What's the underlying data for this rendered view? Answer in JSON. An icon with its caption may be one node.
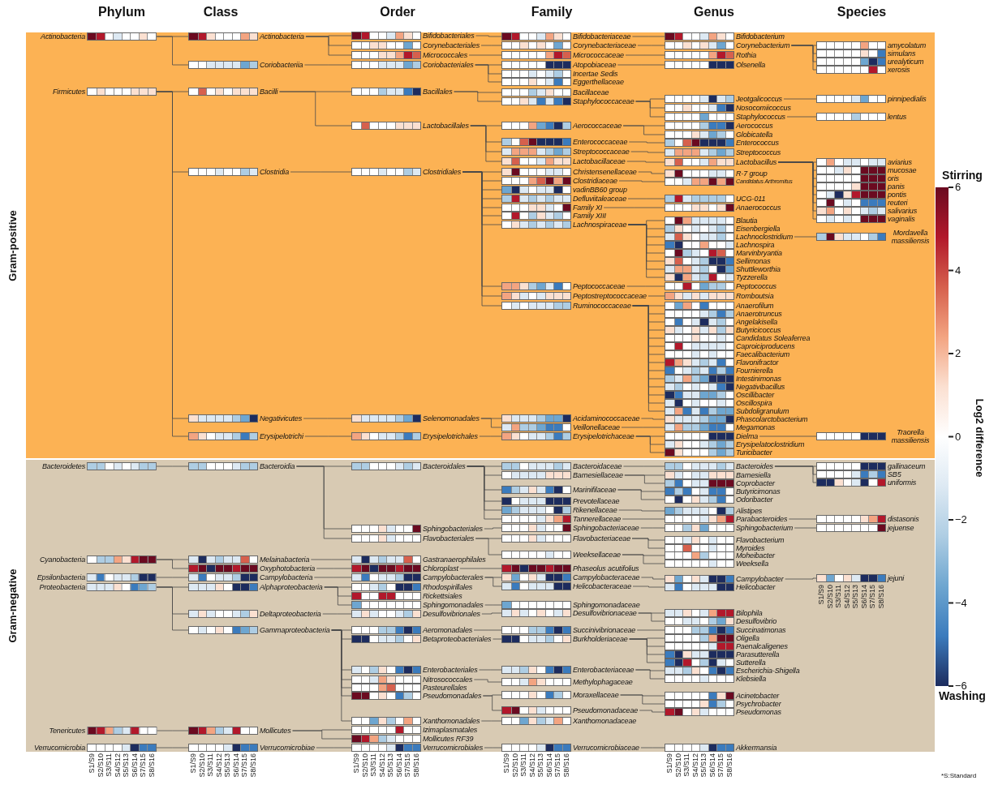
{
  "diagram": {
    "nodes": [
      {
        "text": [
          "Gram-positive"
        ]
      },
      {
        "text": [
          "Actinobacteria"
        ],
        "in": 0
      },
      {
        "text": [
          "Firmicutes"
        ],
        "in": 0
      },
      {
        "text": [
          "Actinobacteria"
        ],
        "in": 0
      },
      {
        "text": [
          "Coriobacteriia"
        ],
        "in": 0
      },
      {
        "text": [
          "Bacilli"
        ],
        "in": 0
      },
      {
        "text": [
          "Clostridia"
        ],
        "in": 0
      },
      {
        "text": [
          "Negativicutes"
        ],
        "in": 0
      },
      {
        "text": [
          "Erysipelotrichi"
        ],
        "in": 0
      },
      {
        "text": [
          "Bifidobacteriales"
        ],
        "in": 0
      },
      {
        "text": [
          "Corynebacteriales"
        ],
        "in": 0
      },
      {
        "text": [
          "Micrococcales"
        ],
        "in": 0
      },
      {
        "text": [
          "Coriobacteriales"
        ],
        "in": 0
      },
      {
        "text": [
          "Bacillales"
        ],
        "in": 0
      },
      {
        "text": [
          "Lactobacillales"
        ],
        "in": 0
      },
      {
        "text": [
          "Clostridiales"
        ],
        "in": 0
      },
      {
        "text": [
          "Selenomonadales"
        ],
        "in": 0
      },
      {
        "text": [
          "Erysipelotrichales"
        ],
        "in": 0
      },
      {
        "text": [
          "Bifidobacteriaceae"
        ],
        "in": 0
      },
      {
        "text": [
          "Corynebacteriaceae"
        ],
        "in": 0
      },
      {
        "text": [
          "Micrococcaceae"
        ],
        "in": 0
      },
      {
        "text": [
          "Atopobiaceae"
        ],
        "in": 0
      },
      {
        "text": [
          "Incertae Sedis"
        ],
        "in": 0
      },
      {
        "text": [
          "Eggerthellaceae"
        ],
        "in": 0
      },
      {
        "text": [
          "Bacillaceae"
        ],
        "in": 0
      },
      {
        "text": [
          "Staphylococcaceae"
        ],
        "in": 0
      },
      {
        "text": [
          "Aerococcaceae"
        ],
        "in": 0
      },
      {
        "text": [
          "Enterococcaceae"
        ],
        "in": 0
      },
      {
        "text": [
          "Streptococcaceae"
        ],
        "in": 0
      },
      {
        "text": [
          "Lactobacillaceae"
        ],
        "in": 0
      },
      {
        "text": [
          "Christensenellaceae"
        ],
        "in": 0
      },
      {
        "text": [
          "Clostridiaceae"
        ],
        "in": 0
      },
      {
        "text": [
          "vadinBB60 group"
        ],
        "in": 0
      },
      {
        "text": [
          "Defluviitaleaceae"
        ],
        "in": 0
      },
      {
        "text": [
          "Family XI"
        ],
        "in": 0
      },
      {
        "text": [
          "Family XIII"
        ],
        "in": 0
      },
      {
        "text": [
          "Lachnospiraceae"
        ],
        "in": 0
      },
      {
        "text": [
          "Peptococcaceae"
        ],
        "in": 0
      },
      {
        "text": [
          "Peptostreptococcaceae"
        ],
        "in": 0
      },
      {
        "text": [
          "Ruminococcaceae"
        ],
        "in": 0
      },
      {
        "text": [
          "Acidaminococcaceae"
        ],
        "in": 0
      },
      {
        "text": [
          "Veillonellaceae"
        ],
        "in": 0
      },
      {
        "text": [
          "Erysipelotrichaceae"
        ],
        "in": 0
      },
      {
        "text": [
          "Bifidobacterium"
        ],
        "in": 0
      },
      {
        "text": [
          "Corynebacterium"
        ],
        "in": 0
      },
      {
        "text": [
          "Rothia"
        ],
        "in": 0
      },
      {
        "text": [
          "Olsenella"
        ],
        "in": 0
      },
      {
        "text": [
          "Jeotgalicoccus"
        ],
        "in": 0
      },
      {
        "text": [
          "Nosocomiicoccus"
        ],
        "in": 0
      },
      {
        "text": [
          "Staphylococcus"
        ],
        "in": 0
      },
      {
        "text": [
          "Aerococcus"
        ],
        "in": 0
      },
      {
        "text": [
          "Globicatella"
        ],
        "in": 0
      },
      {
        "text": [
          "Enterococcus"
        ],
        "in": 0
      },
      {
        "text": [
          "Streptococcus"
        ],
        "in": 0
      },
      {
        "text": [
          "Lactobacillus"
        ],
        "in": 0
      },
      {
        "text": [
          "R-7 group"
        ],
        "in": 0
      },
      {
        "text": [
          "Candidatus Arthromitus"
        ],
        "in": 0
      },
      {
        "text": [
          "UCG-011"
        ],
        "in": 0
      },
      {
        "text": [
          "Anaerococcus"
        ],
        "in": 0
      },
      {
        "text": [
          "Blautia"
        ],
        "in": 0
      },
      {
        "text": [
          "Eisenbergiella"
        ],
        "in": 0
      },
      {
        "text": [
          "Lachnoclostridium"
        ],
        "in": 0
      },
      {
        "text": [
          "Lachnospira"
        ],
        "in": 0
      },
      {
        "text": [
          "Marvinbryantia"
        ],
        "in": 0
      },
      {
        "text": [
          "Sellimonas"
        ],
        "in": 0
      },
      {
        "text": [
          "Shuttleworthia"
        ],
        "in": 0
      },
      {
        "text": [
          "Tyzzerella"
        ],
        "in": 0
      },
      {
        "text": [
          "Peptococcus"
        ],
        "in": 0
      },
      {
        "text": [
          "Romboutsia"
        ],
        "in": 0
      },
      {
        "text": [
          "Anaerofilum"
        ],
        "in": 0
      },
      {
        "text": [
          "Anaerotruncus"
        ],
        "in": 0
      },
      {
        "text": [
          "Angelakisella"
        ],
        "in": 0
      },
      {
        "text": [
          "Butyricicoccus"
        ],
        "in": 0
      },
      {
        "text": [
          "Candidatus Soleaferrea"
        ],
        "in": 0
      },
      {
        "text": [
          "Caproiciproducens"
        ],
        "in": 0
      },
      {
        "text": [
          "Faecalibacterium"
        ],
        "in": 0
      },
      {
        "text": [
          "Flavonifractor"
        ],
        "in": 0
      },
      {
        "text": [
          "Fournierella"
        ],
        "in": 0
      },
      {
        "text": [
          "Intestinimonas"
        ],
        "in": 0
      },
      {
        "text": [
          "Negativibacillus"
        ],
        "in": 0
      },
      {
        "text": [
          "Oscillibacter"
        ],
        "in": 0
      },
      {
        "text": [
          "Oscillospira"
        ],
        "in": 0
      },
      {
        "text": [
          "Subdoligranulum"
        ],
        "in": 0
      },
      {
        "text": [
          "Phascolarctobacterium"
        ],
        "in": 0
      },
      {
        "text": [
          "Megamonas"
        ],
        "in": 0
      },
      {
        "text": [
          "Dielma"
        ],
        "in": 0
      },
      {
        "text": [
          "Erysipelatoclostridium"
        ],
        "in": 0
      },
      {
        "text": [
          "Turicibacter"
        ],
        "in": 0
      },
      {
        "text": [
          "amycolatum"
        ],
        "in": 0
      },
      {
        "text": [
          "simulans"
        ],
        "in": 0
      },
      {
        "text": [
          "urealyticum"
        ],
        "in": 0
      },
      {
        "text": [
          "xerosis"
        ],
        "in": 0
      },
      {
        "text": [
          "pinnipedialis"
        ],
        "in": 0
      },
      {
        "text": [
          "lentus"
        ],
        "in": 0
      },
      {
        "text": [
          "aviarius"
        ],
        "in": 0
      },
      {
        "text": [
          "mucosae"
        ],
        "in": 0
      },
      {
        "text": [
          "oris"
        ],
        "in": 0
      },
      {
        "text": [
          "panis"
        ],
        "in": 0
      },
      {
        "text": [
          "pontis"
        ],
        "in": 0
      },
      {
        "text": [
          "reuteri"
        ],
        "in": 0
      },
      {
        "text": [
          "salivarius"
        ],
        "in": 0
      },
      {
        "text": [
          "vaginalis"
        ],
        "in": 0
      },
      {
        "text": [
          "Mordavella massiliensis"
        ],
        "in": 0
      },
      {
        "text": [
          "Traorella massiliensis"
        ],
        "in": 0
      },
      {
        "text": [
          "Gram-negative"
        ]
      },
      {
        "text": [
          "Bacteroidetes"
        ],
        "in": 104
      },
      {
        "text": [
          "Cyanobacteria"
        ],
        "in": 104
      },
      {
        "text": [
          "Epsilonbacteria"
        ],
        "in": 104
      },
      {
        "text": [
          "Proteobacteria"
        ],
        "in": 104
      },
      {
        "text": [
          "Tenericutes"
        ],
        "in": 104
      },
      {
        "text": [
          "Verrucomicrobia"
        ],
        "in": 104
      },
      {
        "text": [
          "Bacteroidia"
        ],
        "in": 104
      },
      {
        "text": [
          "Melainabacteria"
        ],
        "in": 104
      },
      {
        "text": [
          "Oxyphotobacteria"
        ],
        "in": 104
      },
      {
        "text": [
          "Campylobacteria"
        ],
        "in": 104
      },
      {
        "text": [
          "Alphaproteobacteria"
        ],
        "in": 104
      },
      {
        "text": [
          "Deltaproteobacteria"
        ],
        "in": 104
      },
      {
        "text": [
          "Gammaproteobacteria"
        ],
        "in": 104
      },
      {
        "text": [
          "Mollicutes"
        ],
        "in": 104
      },
      {
        "text": [
          "Verrucomicrobiae"
        ],
        "in": 104
      },
      {
        "text": [
          "Bacteroidales"
        ],
        "in": 104
      },
      {
        "text": [
          "Sphingobacteriales"
        ],
        "in": 104
      },
      {
        "text": [
          "Flavobacteriales"
        ],
        "in": 104
      },
      {
        "text": [
          "Gastranaerophilales"
        ],
        "in": 104
      },
      {
        "text": [
          "Chloroplast"
        ],
        "in": 104
      },
      {
        "text": [
          "Campylobacterales"
        ],
        "in": 104
      },
      {
        "text": [
          "Rhodospirillales"
        ],
        "in": 104
      },
      {
        "text": [
          "Rickettsiales"
        ],
        "in": 104
      },
      {
        "text": [
          "Sphingomonadales"
        ],
        "in": 104
      },
      {
        "text": [
          "Desulfovibrionales"
        ],
        "in": 104
      },
      {
        "text": [
          "Aeromonadales"
        ],
        "in": 104
      },
      {
        "text": [
          "Betaproteobacteriales"
        ],
        "in": 104
      },
      {
        "text": [
          "Enterobacteriales"
        ],
        "in": 104
      },
      {
        "text": [
          "Nitrosococcales"
        ],
        "in": 104
      },
      {
        "text": [
          "Pasteurellales"
        ],
        "in": 104
      },
      {
        "text": [
          "Pseudomonadales"
        ],
        "in": 104
      },
      {
        "text": [
          "Xanthomonadales"
        ],
        "in": 104
      },
      {
        "text": [
          "Izimaplasmatales"
        ],
        "in": 104
      },
      {
        "text": [
          "Mollicutes RF39"
        ],
        "in": 104
      },
      {
        "text": [
          "Verrucomicrobiales"
        ],
        "in": 104
      },
      {
        "text": [
          "Bacteroidaceae"
        ],
        "in": 104
      },
      {
        "text": [
          "Barnesiellaceae"
        ],
        "in": 104
      },
      {
        "text": [
          "Marinifilaceae"
        ],
        "in": 104
      },
      {
        "text": [
          "Prevotellaceae"
        ],
        "in": 104
      },
      {
        "text": [
          "Rikenellaceae"
        ],
        "in": 104
      },
      {
        "text": [
          "Tannerellaceae"
        ],
        "in": 104
      },
      {
        "text": [
          "Sphingobacteriaceae"
        ],
        "in": 104
      },
      {
        "text": [
          "Flavobacteriaceae"
        ],
        "in": 104
      },
      {
        "text": [
          "Weeksellaceae"
        ],
        "in": 104
      },
      {
        "text": [
          "Phaseolus acutifolius"
        ],
        "in": 104
      },
      {
        "text": [
          "Campylobacteraceae"
        ],
        "in": 104
      },
      {
        "text": [
          "Helicobacteraceae"
        ],
        "in": 104
      },
      {
        "text": [
          "Sphingomonadaceae"
        ],
        "in": 104
      },
      {
        "text": [
          "Desulfovibrionaceae"
        ],
        "in": 104
      },
      {
        "text": [
          "Succinivibrionaceae"
        ],
        "in": 104
      },
      {
        "text": [
          "Burkholderiaceae"
        ],
        "in": 104
      },
      {
        "text": [
          "Enterobacteriaceae"
        ],
        "in": 104
      },
      {
        "text": [
          "Methylophagaceae"
        ],
        "in": 104
      },
      {
        "text": [
          "Moraxellaceae"
        ],
        "in": 104
      },
      {
        "text": [
          "Pseudomonadaceae"
        ],
        "in": 104
      },
      {
        "text": [
          "Xanthomonadaceae"
        ],
        "in": 104
      },
      {
        "text": [
          "Verrucomicrobiaceae"
        ],
        "in": 104
      },
      {
        "text": [
          "Bacteroides"
        ],
        "in": 104
      },
      {
        "text": [
          "Barnesiella"
        ],
        "in": 104
      },
      {
        "text": [
          "Coprobacter"
        ],
        "in": 104
      },
      {
        "text": [
          "Butyricimonas"
        ],
        "in": 104
      },
      {
        "text": [
          "Odoribacter"
        ],
        "in": 104
      },
      {
        "text": [
          "Alistipes"
        ],
        "in": 104
      },
      {
        "text": [
          "Parabacteroides"
        ],
        "in": 104
      },
      {
        "text": [
          "Sphingobacterium"
        ],
        "in": 104
      },
      {
        "text": [
          "Flavobacterium"
        ],
        "in": 104
      },
      {
        "text": [
          "Myroides"
        ],
        "in": 104
      },
      {
        "text": [
          "Moheibacter"
        ],
        "in": 104
      },
      {
        "text": [
          "Weeksella"
        ],
        "in": 104
      },
      {
        "text": [
          "Campylobacter"
        ],
        "in": 104
      },
      {
        "text": [
          "Helicobacter"
        ],
        "in": 104
      },
      {
        "text": [
          "Bilophila"
        ],
        "in": 104
      },
      {
        "text": [
          "Desulfovibrio"
        ],
        "in": 104
      },
      {
        "text": [
          "Succinatimonas"
        ],
        "in": 104
      },
      {
        "text": [
          "Oligella"
        ],
        "in": 104
      },
      {
        "text": [
          "Paenalcaligenes"
        ],
        "in": 104
      },
      {
        "text": [
          "Parasutterella"
        ],
        "in": 104
      },
      {
        "text": [
          "Sutterella"
        ],
        "in": 104
      },
      {
        "text": [
          "Escherichia-Shigella"
        ],
        "in": 104
      },
      {
        "text": [
          "Klebsiella"
        ],
        "in": 104
      },
      {
        "text": [
          "Acinetobacter"
        ],
        "in": 104
      },
      {
        "text": [
          "Psychrobacter"
        ],
        "in": 104
      },
      {
        "text": [
          "Pseudomonas"
        ],
        "in": 104
      },
      {
        "text": [
          "Akkermansia"
        ],
        "in": 104
      },
      {
        "text": [
          "gallinaceum"
        ],
        "in": 104
      },
      {
        "text": [
          "SB5"
        ],
        "in": 104
      },
      {
        "text": [
          "uniformis"
        ],
        "in": 104
      },
      {
        "text": [
          "distasonis"
        ],
        "in": 104
      },
      {
        "text": [
          "jejuense"
        ],
        "in": 104
      },
      {
        "text": [
          "jejuni"
        ],
        "in": 104
      }
    ],
    "edges": [
      {
        "from": 1,
        "to": 3,
        "arrow": "none"
      },
      {
        "from": 1,
        "to": 4,
        "arrow": "none"
      },
      {
        "from": 2,
        "to": 5,
        "arrow": "none"
      },
      {
        "from": 2,
        "to": 6,
        "arrow": "none"
      },
      {
        "from": 2,
        "to": 7,
        "arrow": "none"
      },
      {
        "from": 2,
        "to": 8,
        "arrow": "none"
      },
      {
        "from": 3,
        "to": 9,
        "arrow": "none"
      },
      {
        "from": 3,
        "to": 10,
        "arrow": "none"
      },
      {
        "from": 3,
        "to": 11,
        "arrow": "none"
      },
      {
        "from": 4,
        "to": 12,
        "arrow": "none"
      },
      {
        "from": 5,
        "to": 13,
        "arrow": "none"
      },
      {
        "from": 5,
        "to": 14,
        "arrow": "none"
      },
      {
        "from": 6,
        "to": 15,
        "arrow": "none"
      },
      {
        "from": 7,
        "to": 16,
        "arrow": "none"
      },
      {
        "from": 8,
        "to": 17,
        "arrow": "none"
      },
      {
        "from": 9,
        "to": 18,
        "arrow": "none"
      },
      {
        "from": 10,
        "to": 19,
        "arrow": "none"
      },
      {
        "from": 11,
        "to": 20,
        "arrow": "none"
      },
      {
        "from": 12,
        "to": 21,
        "arrow": "none"
      },
      {
        "from": 12,
        "to": 22,
        "arrow": "none"
      },
      {
        "from": 12,
        "to": 23,
        "arrow": "none"
      },
      {
        "from": 13,
        "to": 24,
        "arrow": "none"
      },
      {
        "from": 13,
        "to": 25,
        "arrow": "none"
      },
      {
        "from": 14,
        "to": 26,
        "arrow": "none"
      },
      {
        "from": 14,
        "to": 27,
        "arrow": "none"
      },
      {
        "from": 14,
        "to": 28,
        "arrow": "none"
      },
      {
        "from": 14,
        "to": 29,
        "arrow": "none"
      },
      {
        "from": 15,
        "to": 30,
        "arrow": "none"
      },
      {
        "from": 15,
        "to": 31,
        "arrow": "none"
      },
      {
        "from": 15,
        "to": 32,
        "arrow": "none"
      },
      {
        "from": 15,
        "to": 33,
        "arrow": "none"
      },
      {
        "from": 15,
        "to": 34,
        "arrow": "none"
      },
      {
        "from": 15,
        "to": 35,
        "arrow": "none"
      },
      {
        "from": 15,
        "to": 36,
        "arrow": "none"
      },
      {
        "from": 15,
        "to": 37,
        "arrow": "none"
      },
      {
        "from": 15,
        "to": 38,
        "arrow": "none"
      },
      {
        "from": 15,
        "to": 39,
        "arrow": "none"
      },
      {
        "from": 16,
        "to": 40,
        "arrow": "none"
      },
      {
        "from": 16,
        "to": 41,
        "arrow": "none"
      },
      {
        "from": 17,
        "to": 42,
        "arrow": "none"
      },
      {
        "from": 18,
        "to": 43,
        "arrow": "none"
      },
      {
        "from": 19,
        "to": 44,
        "arrow": "none"
      },
      {
        "from": 20,
        "to": 45,
        "arrow": "none"
      },
      {
        "from": 21,
        "to": 46,
        "arrow": "none"
      },
      {
        "from": 25,
        "to": 47,
        "arrow": "none"
      },
      {
        "from": 25,
        "to": 48,
        "arrow": "none"
      },
      {
        "from": 25,
        "to": 49,
        "arrow": "none"
      },
      {
        "from": 26,
        "to": 50,
        "arrow": "none"
      },
      {
        "from": 26,
        "to": 51,
        "arrow": "none"
      },
      {
        "from": 27,
        "to": 52,
        "arrow": "none"
      },
      {
        "from": 28,
        "to": 53,
        "arrow": "none"
      },
      {
        "from": 29,
        "to": 54,
        "arrow": "none"
      },
      {
        "from": 30,
        "to": 55,
        "arrow": "none"
      },
      {
        "from": 31,
        "to": 56,
        "arrow": "none"
      },
      {
        "from": 33,
        "to": 57,
        "arrow": "none"
      },
      {
        "from": 34,
        "to": 58,
        "arrow": "none"
      },
      {
        "from": 36,
        "to": 59,
        "arrow": "none"
      },
      {
        "from": 36,
        "to": 60,
        "arrow": "none"
      },
      {
        "from": 36,
        "to": 61,
        "arrow": "none"
      },
      {
        "from": 36,
        "to": 62,
        "arrow": "none"
      },
      {
        "from": 36,
        "to": 63,
        "arrow": "none"
      },
      {
        "from": 36,
        "to": 64,
        "arrow": "none"
      },
      {
        "from": 36,
        "to": 65,
        "arrow": "none"
      },
      {
        "from": 36,
        "to": 66,
        "arrow": "none"
      },
      {
        "from": 37,
        "to": 67,
        "arrow": "none"
      },
      {
        "from": 38,
        "to": 68,
        "arrow": "none"
      },
      {
        "from": 39,
        "to": 69,
        "arrow": "none"
      },
      {
        "from": 39,
        "to": 70,
        "arrow": "none"
      },
      {
        "from": 39,
        "to": 71,
        "arrow": "none"
      },
      {
        "from": 39,
        "to": 72,
        "arrow": "none"
      },
      {
        "from": 39,
        "to": 73,
        "arrow": "none"
      },
      {
        "from": 39,
        "to": 74,
        "arrow": "none"
      },
      {
        "from": 39,
        "to": 75,
        "arrow": "none"
      },
      {
        "from": 39,
        "to": 76,
        "arrow": "none"
      },
      {
        "from": 39,
        "to": 77,
        "arrow": "none"
      },
      {
        "from": 39,
        "to": 78,
        "arrow": "none"
      },
      {
        "from": 39,
        "to": 79,
        "arrow": "none"
      },
      {
        "from": 39,
        "to": 80,
        "arrow": "none"
      },
      {
        "from": 39,
        "to": 81,
        "arrow": "none"
      },
      {
        "from": 39,
        "to": 82,
        "arrow": "none"
      },
      {
        "from": 40,
        "to": 83,
        "arrow": "none"
      },
      {
        "from": 41,
        "to": 84,
        "arrow": "none"
      },
      {
        "from": 42,
        "to": 85,
        "arrow": "none"
      },
      {
        "from": 42,
        "to": 86,
        "arrow": "none"
      },
      {
        "from": 42,
        "to": 87,
        "arrow": "none"
      },
      {
        "from": 44,
        "to": 88,
        "arrow": "none"
      },
      {
        "from": 44,
        "to": 89,
        "arrow": "none"
      },
      {
        "from": 44,
        "to": 90,
        "arrow": "none"
      },
      {
        "from": 44,
        "to": 91,
        "arrow": "none"
      },
      {
        "from": 47,
        "to": 92,
        "arrow": "none"
      },
      {
        "from": 49,
        "to": 93,
        "arrow": "none"
      },
      {
        "from": 54,
        "to": 94,
        "arrow": "none"
      },
      {
        "from": 54,
        "to": 95,
        "arrow": "none"
      },
      {
        "from": 54,
        "to": 96,
        "arrow": "none"
      },
      {
        "from": 54,
        "to": 97,
        "arrow": "none"
      },
      {
        "from": 54,
        "to": 98,
        "arrow": "none"
      },
      {
        "from": 54,
        "to": 99,
        "arrow": "none"
      },
      {
        "from": 54,
        "to": 100,
        "arrow": "none"
      },
      {
        "from": 54,
        "to": 101,
        "arrow": "none"
      },
      {
        "from": 61,
        "to": 102,
        "arrow": "none"
      },
      {
        "from": 85,
        "to": 103,
        "arrow": "none"
      },
      {
        "from": 105,
        "to": 111,
        "arrow": "none"
      },
      {
        "from": 106,
        "to": 112,
        "arrow": "none"
      },
      {
        "from": 106,
        "to": 113,
        "arrow": "none"
      },
      {
        "from": 107,
        "to": 114,
        "arrow": "none"
      },
      {
        "from": 108,
        "to": 115,
        "arrow": "none"
      },
      {
        "from": 108,
        "to": 116,
        "arrow": "none"
      },
      {
        "from": 108,
        "to": 117,
        "arrow": "none"
      },
      {
        "from": 109,
        "to": 118,
        "arrow": "none"
      },
      {
        "from": 110,
        "to": 119,
        "arrow": "none"
      },
      {
        "from": 111,
        "to": 120,
        "arrow": "none"
      },
      {
        "from": 111,
        "to": 121,
        "arrow": "none"
      },
      {
        "from": 111,
        "to": 122,
        "arrow": "none"
      },
      {
        "from": 112,
        "to": 123,
        "arrow": "none"
      },
      {
        "from": 113,
        "to": 124,
        "arrow": "none"
      },
      {
        "from": 114,
        "to": 125,
        "arrow": "none"
      },
      {
        "from": 115,
        "to": 126,
        "arrow": "none"
      },
      {
        "from": 115,
        "to": 127,
        "arrow": "none"
      },
      {
        "from": 115,
        "to": 128,
        "arrow": "none"
      },
      {
        "from": 116,
        "to": 129,
        "arrow": "none"
      },
      {
        "from": 117,
        "to": 130,
        "arrow": "none"
      },
      {
        "from": 117,
        "to": 131,
        "arrow": "none"
      },
      {
        "from": 117,
        "to": 132,
        "arrow": "none"
      },
      {
        "from": 117,
        "to": 133,
        "arrow": "none"
      },
      {
        "from": 117,
        "to": 134,
        "arrow": "none"
      },
      {
        "from": 117,
        "to": 135,
        "arrow": "none"
      },
      {
        "from": 117,
        "to": 136,
        "arrow": "none"
      },
      {
        "from": 118,
        "to": 137,
        "arrow": "none"
      },
      {
        "from": 118,
        "to": 138,
        "arrow": "none"
      },
      {
        "from": 119,
        "to": 139,
        "arrow": "none"
      },
      {
        "from": 120,
        "to": 140,
        "arrow": "none"
      },
      {
        "from": 120,
        "to": 141,
        "arrow": "none"
      },
      {
        "from": 120,
        "to": 142,
        "arrow": "none"
      },
      {
        "from": 120,
        "to": 143,
        "arrow": "none"
      },
      {
        "from": 120,
        "to": 144,
        "arrow": "none"
      },
      {
        "from": 120,
        "to": 145,
        "arrow": "none"
      },
      {
        "from": 121,
        "to": 146,
        "arrow": "none"
      },
      {
        "from": 122,
        "to": 147,
        "arrow": "none"
      },
      {
        "from": 122,
        "to": 148,
        "arrow": "none"
      },
      {
        "from": 124,
        "to": 149,
        "arrow": "none"
      },
      {
        "from": 125,
        "to": 150,
        "arrow": "none"
      },
      {
        "from": 125,
        "to": 151,
        "arrow": "none"
      },
      {
        "from": 128,
        "to": 152,
        "arrow": "none"
      },
      {
        "from": 129,
        "to": 153,
        "arrow": "none"
      },
      {
        "from": 130,
        "to": 154,
        "arrow": "none"
      },
      {
        "from": 131,
        "to": 155,
        "arrow": "none"
      },
      {
        "from": 132,
        "to": 156,
        "arrow": "none"
      },
      {
        "from": 133,
        "to": 157,
        "arrow": "none"
      },
      {
        "from": 135,
        "to": 158,
        "arrow": "none"
      },
      {
        "from": 135,
        "to": 159,
        "arrow": "none"
      },
      {
        "from": 136,
        "to": 160,
        "arrow": "none"
      },
      {
        "from": 139,
        "to": 161,
        "arrow": "none"
      },
      {
        "from": 140,
        "to": 162,
        "arrow": "none"
      },
      {
        "from": 141,
        "to": 163,
        "arrow": "none"
      },
      {
        "from": 141,
        "to": 164,
        "arrow": "none"
      },
      {
        "from": 142,
        "to": 165,
        "arrow": "none"
      },
      {
        "from": 142,
        "to": 166,
        "arrow": "none"
      },
      {
        "from": 144,
        "to": 167,
        "arrow": "none"
      },
      {
        "from": 145,
        "to": 168,
        "arrow": "none"
      },
      {
        "from": 146,
        "to": 169,
        "arrow": "none"
      },
      {
        "from": 147,
        "to": 170,
        "arrow": "none"
      },
      {
        "from": 147,
        "to": 171,
        "arrow": "none"
      },
      {
        "from": 148,
        "to": 172,
        "arrow": "none"
      },
      {
        "from": 148,
        "to": 173,
        "arrow": "none"
      },
      {
        "from": 150,
        "to": 174,
        "arrow": "none"
      },
      {
        "from": 151,
        "to": 175,
        "arrow": "none"
      },
      {
        "from": 153,
        "to": 176,
        "arrow": "none"
      },
      {
        "from": 153,
        "to": 177,
        "arrow": "none"
      },
      {
        "from": 154,
        "to": 178,
        "arrow": "none"
      },
      {
        "from": 155,
        "to": 179,
        "arrow": "none"
      },
      {
        "from": 155,
        "to": 180,
        "arrow": "none"
      },
      {
        "from": 155,
        "to": 181,
        "arrow": "none"
      },
      {
        "from": 155,
        "to": 182,
        "arrow": "none"
      },
      {
        "from": 156,
        "to": 183,
        "arrow": "none"
      },
      {
        "from": 156,
        "to": 184,
        "arrow": "none"
      },
      {
        "from": 158,
        "to": 185,
        "arrow": "none"
      },
      {
        "from": 158,
        "to": 186,
        "arrow": "none"
      },
      {
        "from": 159,
        "to": 187,
        "arrow": "none"
      },
      {
        "from": 161,
        "to": 188,
        "arrow": "none"
      },
      {
        "from": 162,
        "to": 189,
        "arrow": "none"
      },
      {
        "from": 162,
        "to": 190,
        "arrow": "none"
      },
      {
        "from": 162,
        "to": 191,
        "arrow": "none"
      },
      {
        "from": 168,
        "to": 192,
        "arrow": "none"
      },
      {
        "from": 169,
        "to": 193,
        "arrow": "none"
      },
      {
        "from": 174,
        "to": 194,
        "arrow": "none"
      }
    ],
    "labels": [
      "Phylum",
      "Class",
      "Order",
      "Family",
      "Genus",
      "Species",
      "Stirring",
      "6",
      "4",
      "2",
      "0",
      "−2",
      "−4",
      "−6",
      "Washing",
      "Log2 difference",
      "S1/S9",
      "S2/S10",
      "S3/S11",
      "S4/S12",
      "S5/S13",
      "S6/S14",
      "S7/S15",
      "S8/S16",
      "S1/S9",
      "S2/S10",
      "S3/S11",
      "S4/S12",
      "S5/S13",
      "S6/S14",
      "S7/S15",
      "S8/S16",
      "S1/S9",
      "S2/S10",
      "S3/S11",
      "S4/S12",
      "S5/S13",
      "S6/S14",
      "S7/S15",
      "S8/S16",
      "S1/S9",
      "S2/S10",
      "S3/S11",
      "S4/S12",
      "S5/S13",
      "S6/S14",
      "S7/S15",
      "S8/S16",
      "S1/S9",
      "S2/S10",
      "S3/S11",
      "S4/S12",
      "S5/S13",
      "S6/S14",
      "S7/S15",
      "S8/S16",
      "S1/S9",
      "S2/S10",
      "S3/S11",
      "S4/S12",
      "S5/S13",
      "S6/S14",
      "S7/S15",
      "S8/S16",
      "*S:Standard"
    ]
  }
}
